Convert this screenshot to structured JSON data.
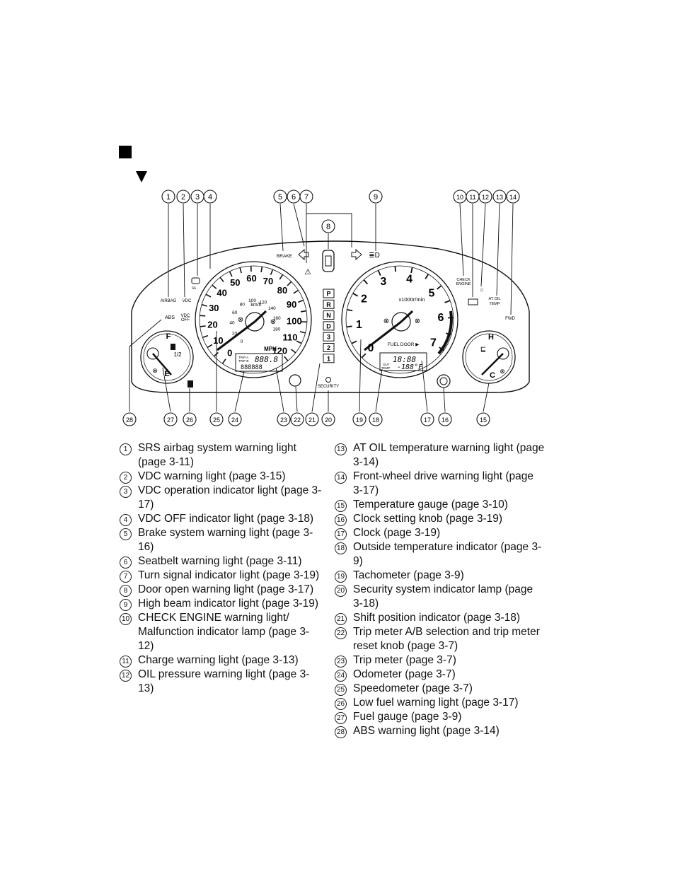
{
  "callouts": [
    "1",
    "2",
    "3",
    "4",
    "5",
    "6",
    "7",
    "8",
    "9",
    "10",
    "11",
    "12",
    "13",
    "14",
    "15",
    "16",
    "17",
    "18",
    "19",
    "20",
    "21",
    "22",
    "23",
    "24",
    "25",
    "26",
    "27",
    "28"
  ],
  "cluster": {
    "labels": {
      "brake": "BRAKE",
      "airbag": "AIRBAG",
      "vdc": "VDC",
      "abs": "ABS",
      "vdc_off_1": "VDC",
      "vdc_off_2": "OFF",
      "check_1": "CHECK",
      "check_2": "ENGINE",
      "at_oil_1": "AT OIL",
      "at_oil_2": "TEMP",
      "fwd": "FWD",
      "km_h": "km/h",
      "mph": "MPH",
      "rpm_unit": "x1000r/min",
      "fuel_door": "FUEL  DOOR ▶",
      "security": "SECURITY",
      "fuel_f": "F",
      "fuel_half": "1/2",
      "fuel_e": "E",
      "temp_h": "H",
      "temp_c": "C",
      "trip_a": "TRIP A",
      "trip_b": "TRIP B",
      "trip_digits": "888.8",
      "odo_digits": "888888",
      "clock_digits": "18:88",
      "out_temp_1": "OUT",
      "out_temp_2": "TEMP",
      "temp_digits": "-188°F"
    },
    "speed_mph": [
      "0",
      "10",
      "20",
      "30",
      "40",
      "50",
      "60",
      "70",
      "80",
      "90",
      "100",
      "110",
      "120"
    ],
    "speed_kmh": [
      "0",
      "20",
      "40",
      "60",
      "80",
      "100",
      "120",
      "140",
      "160",
      "180"
    ],
    "rpm": [
      "0",
      "1",
      "2",
      "3",
      "4",
      "5",
      "6",
      "7"
    ],
    "gears": [
      "P",
      "R",
      "N",
      "D",
      "3",
      "2",
      "1"
    ]
  },
  "legend_left": [
    {
      "n": "1",
      "text": "SRS airbag system warning light (page 3-11)"
    },
    {
      "n": "2",
      "text": "VDC warning light (page 3-15)"
    },
    {
      "n": "3",
      "text": "VDC operation indicator light (page 3-17)"
    },
    {
      "n": "4",
      "text": "VDC OFF indicator light (page 3-18)"
    },
    {
      "n": "5",
      "text": "Brake system warning light (page 3-16)"
    },
    {
      "n": "6",
      "text": "Seatbelt warning light (page 3-11)"
    },
    {
      "n": "7",
      "text": "Turn signal indicator light (page 3-19)"
    },
    {
      "n": "8",
      "text": "Door open warning light (page 3-17)"
    },
    {
      "n": "9",
      "text": "High beam indicator light (page 3-19)"
    },
    {
      "n": "10",
      "text": "CHECK ENGINE warning light/ Malfunction indicator lamp (page 3-12)"
    },
    {
      "n": "11",
      "text": "Charge warning light (page 3-13)"
    },
    {
      "n": "12",
      "text": "OIL pressure warning light (page 3-13)"
    }
  ],
  "legend_right": [
    {
      "n": "13",
      "text": "AT OIL temperature warning light (page 3-14)"
    },
    {
      "n": "14",
      "text": "Front-wheel drive warning light (page 3-17)"
    },
    {
      "n": "15",
      "text": "Temperature gauge (page 3-10)"
    },
    {
      "n": "16",
      "text": "Clock setting knob (page 3-19)"
    },
    {
      "n": "17",
      "text": "Clock (page 3-19)"
    },
    {
      "n": "18",
      "text": "Outside temperature indicator (page 3-9)"
    },
    {
      "n": "19",
      "text": "Tachometer (page 3-9)"
    },
    {
      "n": "20",
      "text": "Security system indicator lamp (page 3-18)"
    },
    {
      "n": "21",
      "text": "Shift position indicator (page 3-18)"
    },
    {
      "n": "22",
      "text": "Trip meter A/B selection and trip meter reset knob (page 3-7)"
    },
    {
      "n": "23",
      "text": "Trip meter (page 3-7)"
    },
    {
      "n": "24",
      "text": "Odometer (page 3-7)"
    },
    {
      "n": "25",
      "text": "Speedometer (page 3-7)"
    },
    {
      "n": "26",
      "text": "Low fuel warning light (page 3-17)"
    },
    {
      "n": "27",
      "text": "Fuel gauge (page 3-9)"
    },
    {
      "n": "28",
      "text": "ABS warning light (page 3-14)"
    }
  ]
}
